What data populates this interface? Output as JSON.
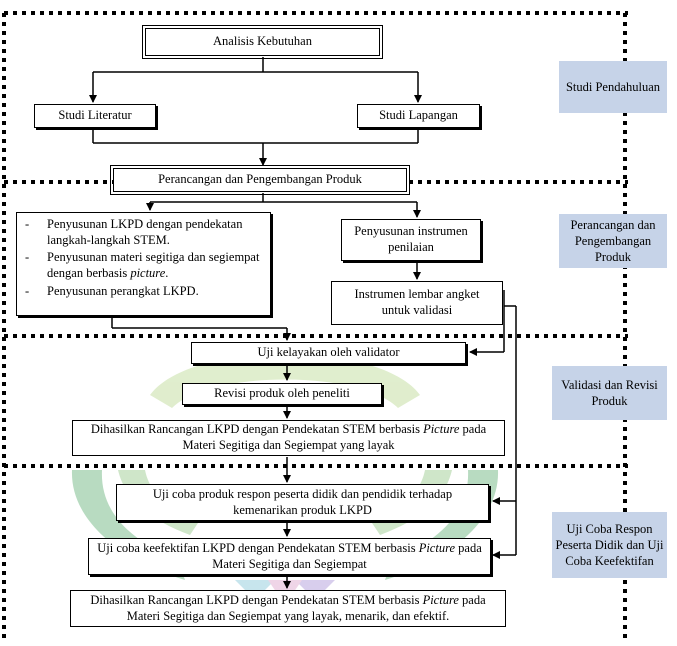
{
  "colors": {
    "phase_bg": "#c6d3e8",
    "border": "#000000",
    "arrow": "#000000",
    "dotted_frame": "#000000",
    "watermark": "#2e7d32"
  },
  "boxes": {
    "analisis": "Analisis Kebutuhan",
    "studi_literatur": "Studi Literatur",
    "studi_lapangan": "Studi Lapangan",
    "perancangan": "Perancangan dan Pengembangan Produk",
    "penyusunan_list": [
      {
        "dash": "-",
        "text": "Penyusunan LKPD dengan pendekatan langkah-langkah STEM."
      },
      {
        "dash": "-",
        "text_a": "Penyusunan materi segitiga dan segiempat dengan berbasis ",
        "text_it": "picture",
        "text_b": "."
      },
      {
        "dash": "-",
        "text": "Penyusunan perangkat LKPD."
      }
    ],
    "instrumen": "Penyusunan instrumen penilaian",
    "angket": "Instrumen lembar angket untuk validasi",
    "uji_kelayakan": "Uji kelayakan oleh validator",
    "revisi": "Revisi produk oleh peneliti",
    "hasil1_a": "Dihasilkan Rancangan LKPD dengan Pendekatan STEM berbasis ",
    "hasil1_it": "Picture",
    "hasil1_b": " pada Materi Segitiga dan Segiempat yang layak",
    "uji_coba_respon": "Uji coba produk respon peserta didik dan pendidik terhadap kemenarikan produk LKPD",
    "uji_coba_efektif_a": "Uji coba keefektifan LKPD dengan Pendekatan STEM berbasis ",
    "uji_coba_efektif_it": "Picture",
    "uji_coba_efektif_b": " pada Materi Segitiga dan Segiempat",
    "hasil2_a": "Dihasilkan Rancangan LKPD dengan Pendekatan STEM berbasis ",
    "hasil2_it": "Picture",
    "hasil2_b": " pada Materi Segitiga dan Segiempat yang layak, menarik, dan efektif."
  },
  "phases": {
    "pendahuluan": "Studi Pendahuluan",
    "perancangan": "Perancangan dan Pengembangan Produk",
    "validasi": "Validasi dan Revisi Produk",
    "uji_coba": "Uji Coba Respon Peserta Didik dan Uji Coba Keefektifan"
  }
}
